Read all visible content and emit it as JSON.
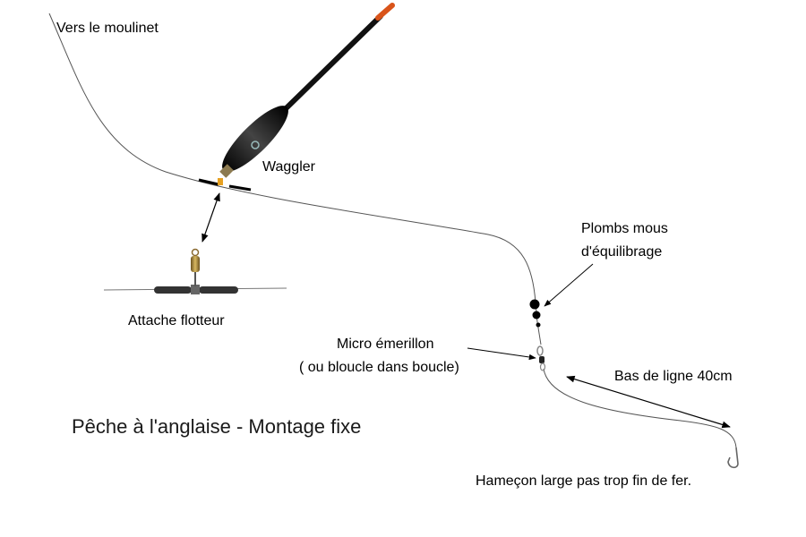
{
  "labels": {
    "vers_moulinet": "Vers le moulinet",
    "waggler": "Waggler",
    "plombs_line1": "Plombs mous",
    "plombs_line2": "d'équilibrage",
    "attache_flotteur": "Attache flotteur",
    "micro_line1": "Micro émerillon",
    "micro_line2": "( ou bloucle dans boucle)",
    "bas_de_ligne": "Bas de ligne 40cm",
    "hamecon": "Hameçon large pas trop fin de fer.",
    "title": "Pêche à l'anglaise - Montage fixe"
  },
  "colors": {
    "line": "#555555",
    "float_body": "#1a1a1a",
    "float_tip": "#d9541a",
    "float_stop": "#e6a020",
    "swivel": "#b08a3a"
  }
}
